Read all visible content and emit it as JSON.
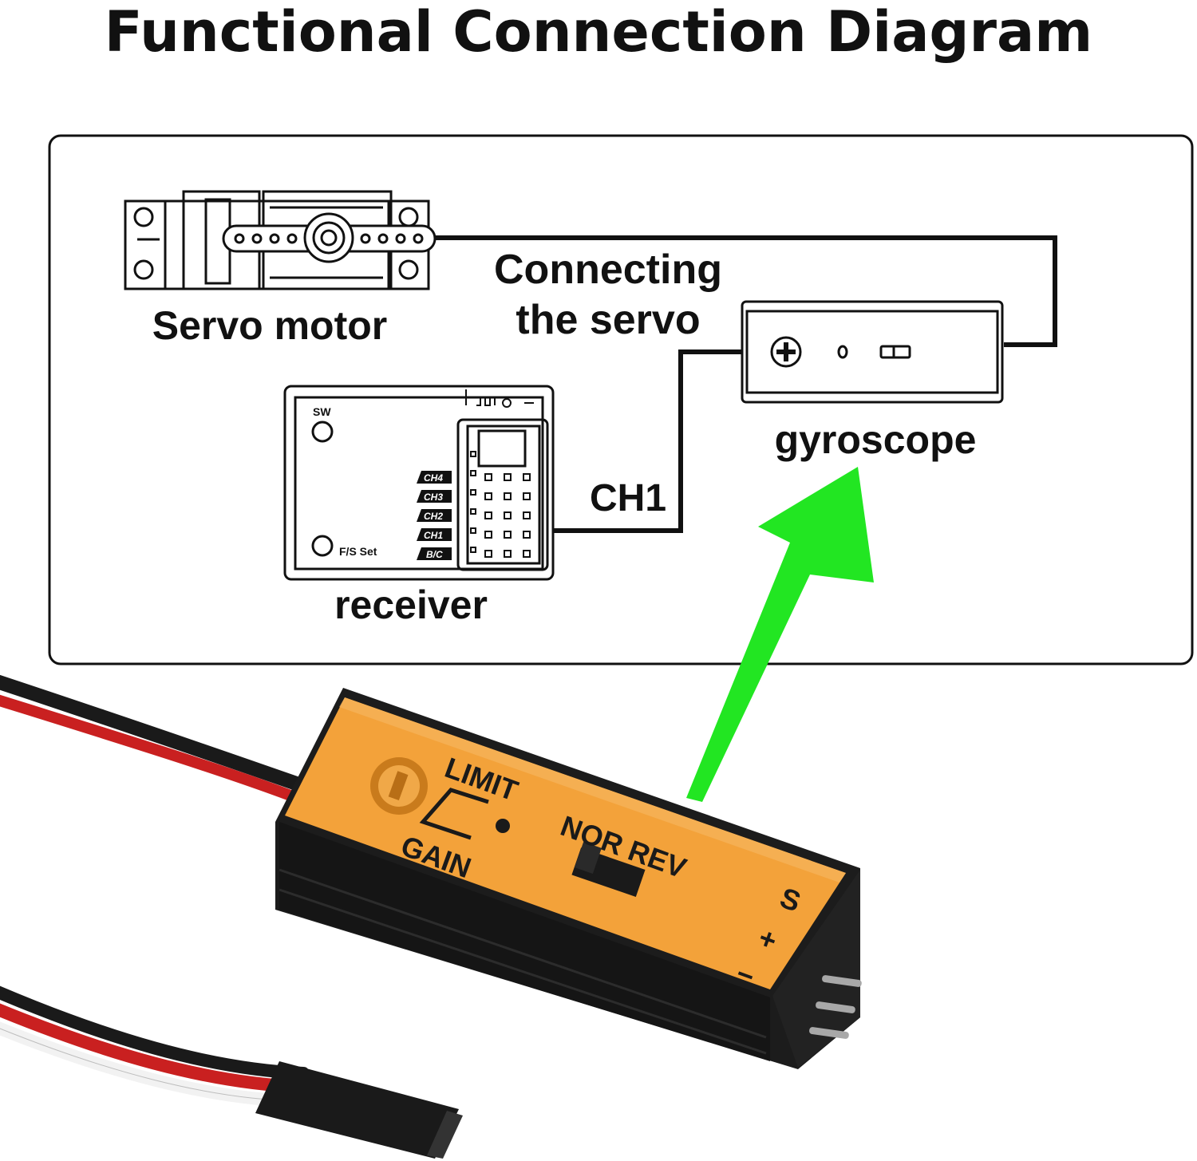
{
  "title": "Functional Connection Diagram",
  "diagram": {
    "servo_label": "Servo motor",
    "connect_label_line1": "Connecting",
    "connect_label_line2": "the servo",
    "gyro_label": "gyroscope",
    "receiver_label": "receiver",
    "ch1_label": "CH1",
    "receiver": {
      "sw_label": "SW",
      "fs_label": "F/S Set",
      "channels": [
        "CH4",
        "CH3",
        "CH2",
        "CH1",
        "B/C"
      ]
    }
  },
  "device": {
    "limit_label": "LIMIT",
    "gain_label": "GAIN",
    "nor_rev_label": "NOR REV",
    "pin_s": "S",
    "pin_plus": "+",
    "pin_minus": "−"
  },
  "colors": {
    "arrow": "#22e622",
    "device_top": "#f3a23a",
    "device_body": "#1c1c1c",
    "wire_red": "#c92020",
    "wire_black": "#1a1a1a",
    "wire_white": "#f2f2f2"
  }
}
